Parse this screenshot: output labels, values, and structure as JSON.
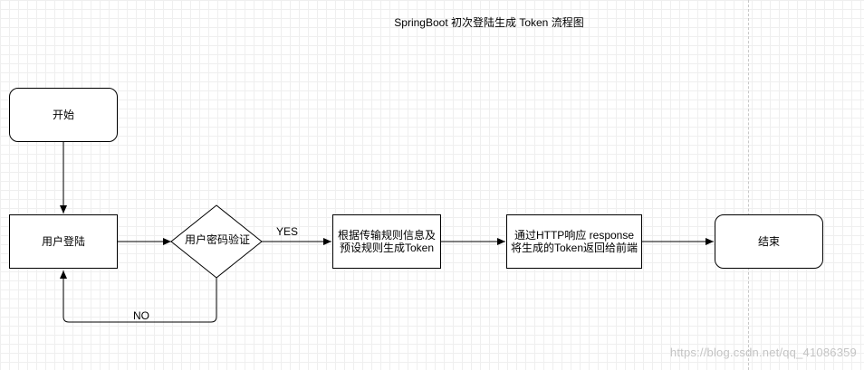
{
  "title": "SpringBoot 初次登陆生成 Token 流程图",
  "nodes": {
    "start": "开始",
    "login": "用户登陆",
    "verify": "用户密码验证",
    "generate": "根据传输规则信息及\n预设规则生成Token",
    "respond": "通过HTTP响应 response\n将生成的Token返回给前端",
    "end": "结束"
  },
  "edges": {
    "yes_label": "YES",
    "no_label": "NO"
  },
  "watermark": "https://blog.csdn.net/qq_41086359",
  "colors": {
    "stroke": "#000000",
    "fill": "#ffffff",
    "grid": "#efefef",
    "watermark": "#c4c4c4"
  }
}
